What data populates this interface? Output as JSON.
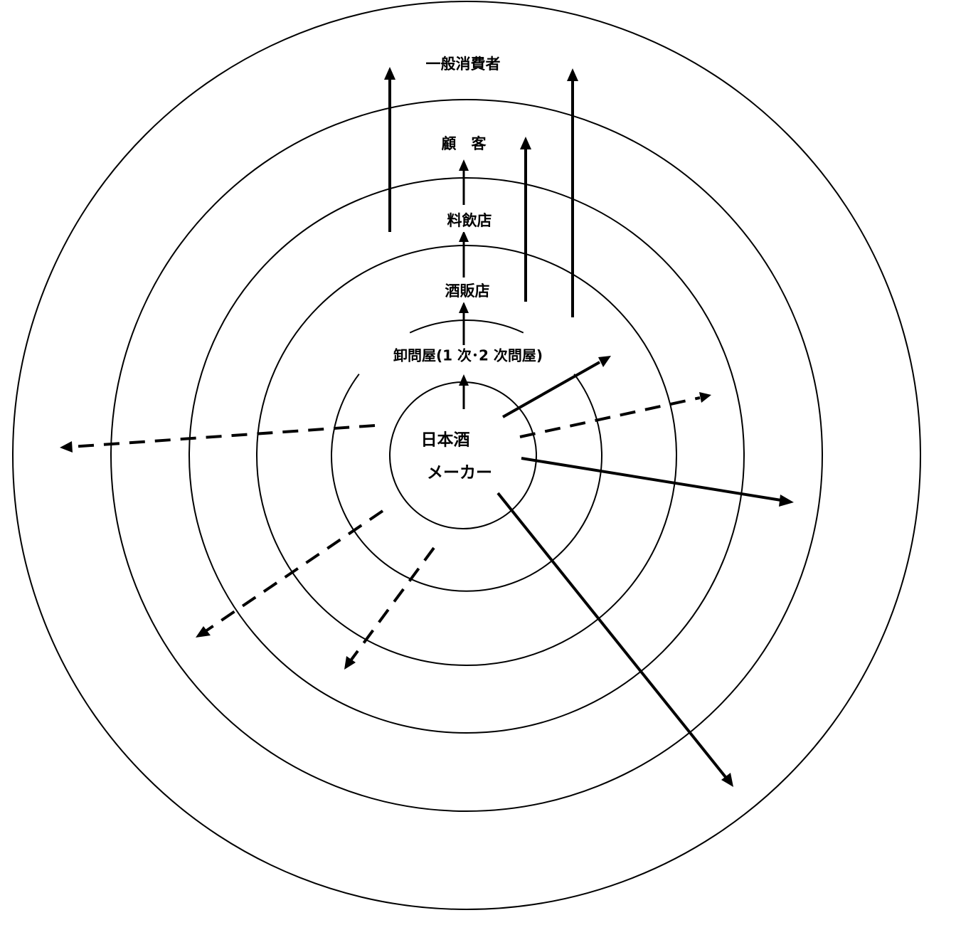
{
  "labels": {
    "consumer": "一般消費者",
    "customer": "顧　客",
    "restaurant": "料飲店",
    "liquor_store": "酒販店",
    "wholesaler": "卸問屋(1 次･2 次問屋)",
    "maker_line1": "日本酒",
    "maker_line2": "メーカー"
  },
  "colors": {
    "stroke": "#000000",
    "background": "#ffffff"
  }
}
